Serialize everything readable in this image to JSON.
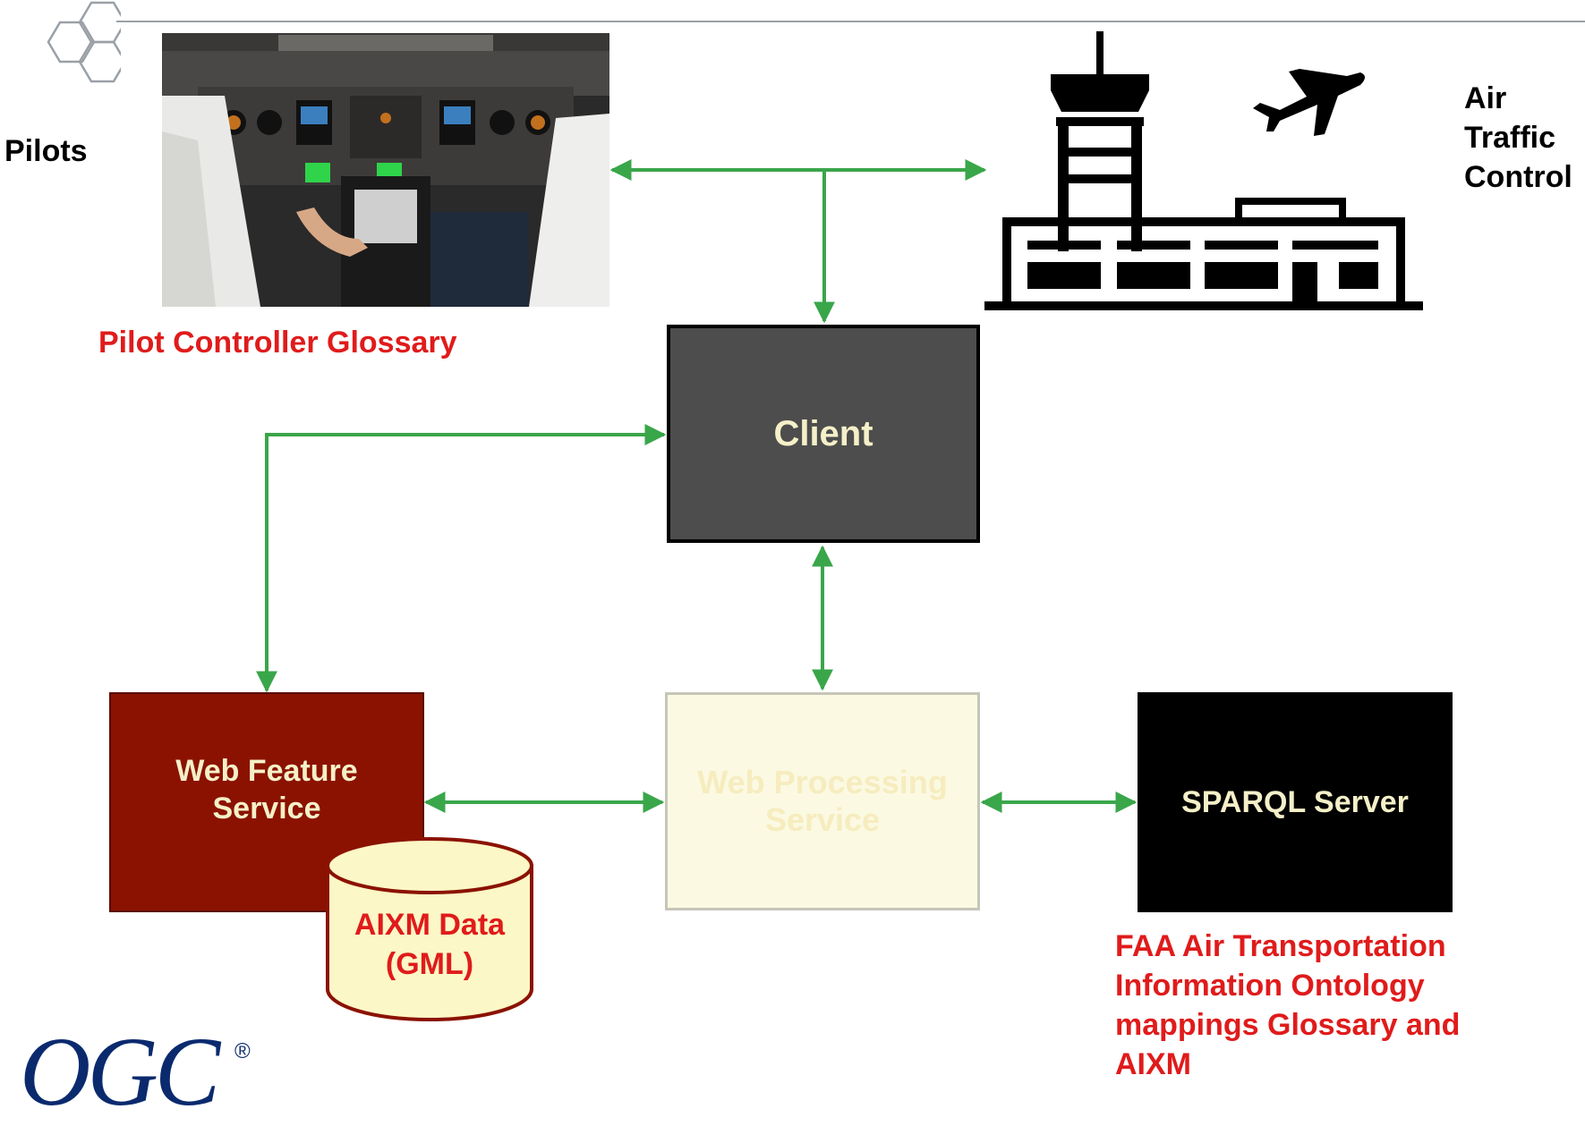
{
  "pilots": "Pilots",
  "atc": {
    "line1": "Air",
    "line2": "Traffic",
    "line3": "Control"
  },
  "pilot_controller_glossary": "Pilot Controller Glossary",
  "client": "Client",
  "wfs": {
    "line1": "Web Feature",
    "line2": "Service"
  },
  "wps": {
    "line1": "Web Processing",
    "line2": "Service"
  },
  "sparql": "SPARQL Server",
  "aixm": {
    "line1": "AIXM Data",
    "line2": "(GML)"
  },
  "faa": {
    "line1": "FAA Air Transportation",
    "line2": "Information Ontology",
    "line3": "mappings Glossary  and",
    "line4": "AIXM"
  },
  "logo": {
    "text": "OGC",
    "reg": "®"
  },
  "colors": {
    "arrow": "#3aa64a",
    "label_red": "#e01b1b",
    "client": "#4d4d4d",
    "wfs": "#8b1200",
    "wps": "#fbf9e2",
    "sparql": "#000000",
    "cylinder": "#fcf7c6"
  }
}
